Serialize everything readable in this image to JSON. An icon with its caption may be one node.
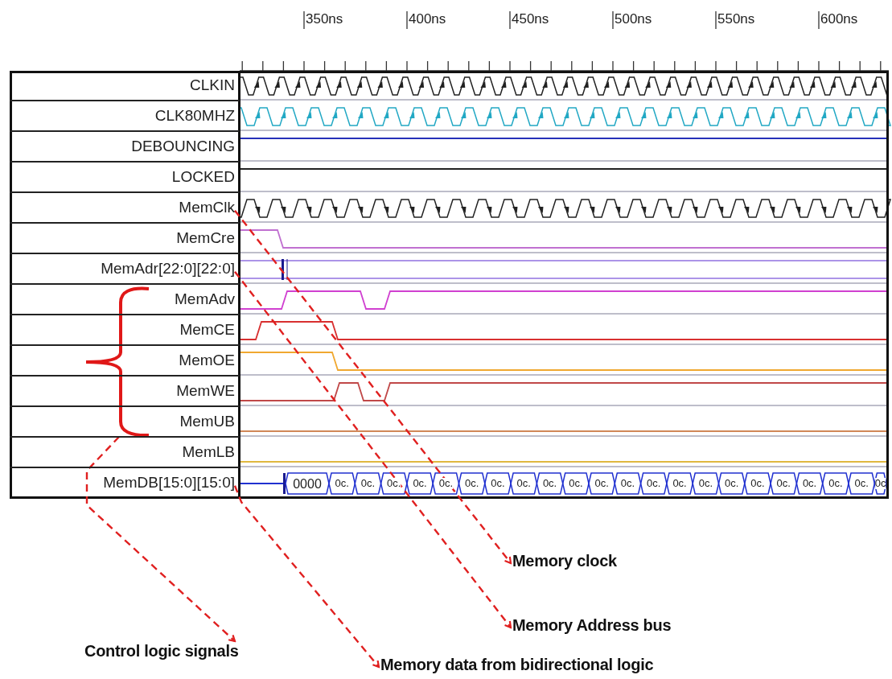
{
  "diagram": {
    "nodes": [
      {
        "text": [
          "CLKIN"
        ]
      },
      {
        "text": [
          "CLK80MHZ"
        ]
      },
      {
        "text": [
          "DEBOUNCING"
        ]
      },
      {
        "text": [
          "LOCKED"
        ]
      },
      {
        "text": [
          "MemClk"
        ]
      },
      {
        "text": [
          "MemCre"
        ]
      },
      {
        "text": [
          "MemAdr[22:0][22:0]"
        ]
      },
      {
        "text": [
          "MemAdv"
        ]
      },
      {
        "text": [
          "MemCE"
        ]
      },
      {
        "text": [
          "MemOE"
        ]
      },
      {
        "text": [
          "MemWE"
        ]
      },
      {
        "text": [
          "MemUB"
        ]
      },
      {
        "text": [
          "MemLB"
        ]
      },
      {
        "text": [
          "MemDB[15:0][15:0]"
        ]
      },
      {
        "text": [],
        "shape": "brace"
      },
      {
        "text": [
          "Memory clock"
        ]
      },
      {
        "text": [
          "Memory Address bus"
        ]
      },
      {
        "text": [
          "Control logic signals"
        ]
      },
      {
        "text": [
          "Memory data from bidirectional logic"
        ]
      }
    ],
    "edges": [
      {
        "from": 4,
        "to": 15,
        "arrow": "to",
        "style": "dashed"
      },
      {
        "from": 6,
        "to": 16,
        "arrow": "to",
        "style": "dashed"
      },
      {
        "from": 14,
        "to": 17,
        "arrow": "to",
        "style": "dashed"
      },
      {
        "from": 13,
        "to": 18,
        "arrow": "to",
        "style": "dashed"
      }
    ],
    "labels": [
      "350ns",
      "400ns",
      "450ns",
      "500ns",
      "550ns",
      "600ns",
      "0000",
      "0c.",
      "0c.",
      "0c.",
      "0c.",
      "0c.",
      "0c.",
      "0c.",
      "0c.",
      "0c.",
      "0c.",
      "0c.",
      "0c.",
      "0c.",
      "0c.",
      "0c.",
      "0c.",
      "0c.",
      "0c.",
      "0c.",
      "0c.",
      "0c.",
      "0c"
    ]
  }
}
